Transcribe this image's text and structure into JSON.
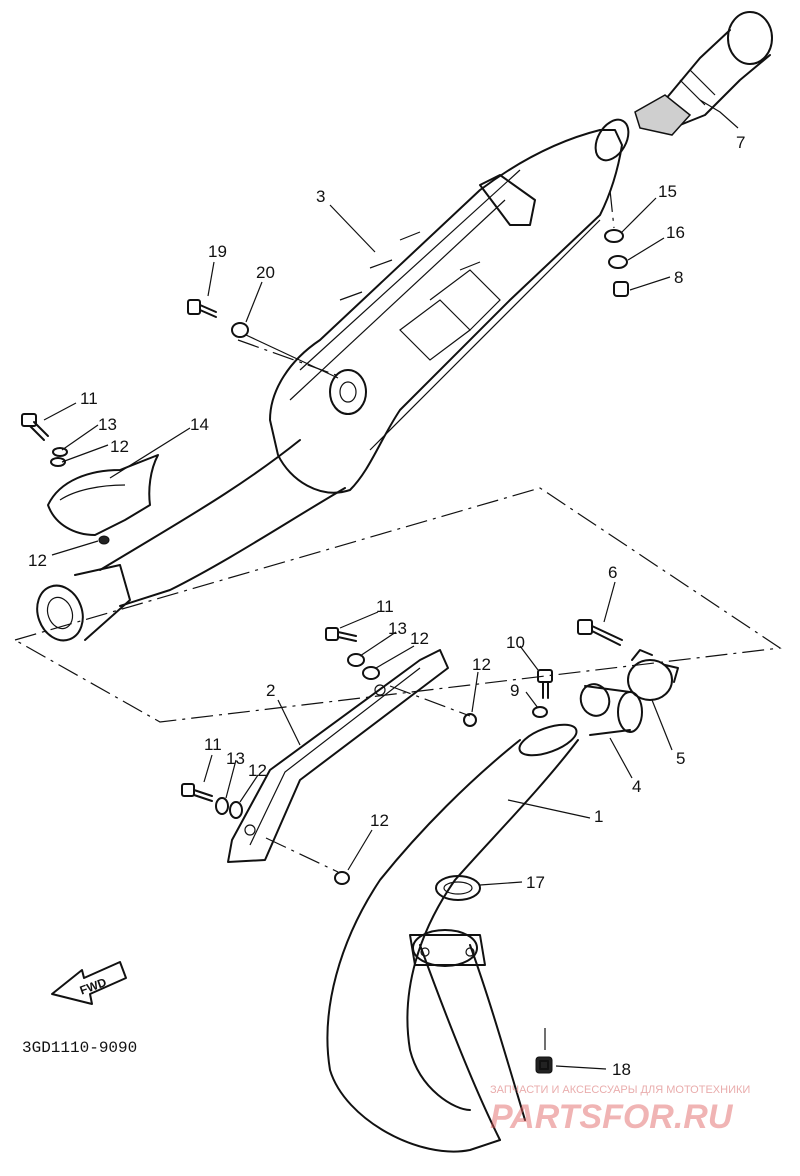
{
  "diagram_code": "3GD1110-9090",
  "fwd_label": "FWD",
  "watermark": {
    "tagline": "ЗАПЧАСТИ И АКСЕССУАРЫ ДЛЯ МОТОТЕХНИКИ",
    "brand": "PARTSFOR.RU"
  },
  "callouts": [
    {
      "id": "c7",
      "text": "7"
    },
    {
      "id": "c3",
      "text": "3"
    },
    {
      "id": "c15",
      "text": "15"
    },
    {
      "id": "c19",
      "text": "19"
    },
    {
      "id": "c20",
      "text": "20"
    },
    {
      "id": "c16",
      "text": "16"
    },
    {
      "id": "c8",
      "text": "8"
    },
    {
      "id": "c11a",
      "text": "11"
    },
    {
      "id": "c14",
      "text": "14"
    },
    {
      "id": "c13a",
      "text": "13"
    },
    {
      "id": "c12a",
      "text": "12"
    },
    {
      "id": "c12b",
      "text": "12"
    },
    {
      "id": "c6",
      "text": "6"
    },
    {
      "id": "c11b",
      "text": "11"
    },
    {
      "id": "c13b",
      "text": "13"
    },
    {
      "id": "c12c",
      "text": "12"
    },
    {
      "id": "c10",
      "text": "10"
    },
    {
      "id": "c12d",
      "text": "12"
    },
    {
      "id": "c2",
      "text": "2"
    },
    {
      "id": "c9",
      "text": "9"
    },
    {
      "id": "c5",
      "text": "5"
    },
    {
      "id": "c4",
      "text": "4"
    },
    {
      "id": "c11c",
      "text": "11"
    },
    {
      "id": "c13c",
      "text": "13"
    },
    {
      "id": "c12e",
      "text": "12"
    },
    {
      "id": "c1",
      "text": "1"
    },
    {
      "id": "c12f",
      "text": "12"
    },
    {
      "id": "c17",
      "text": "17"
    },
    {
      "id": "c18",
      "text": "18"
    }
  ]
}
